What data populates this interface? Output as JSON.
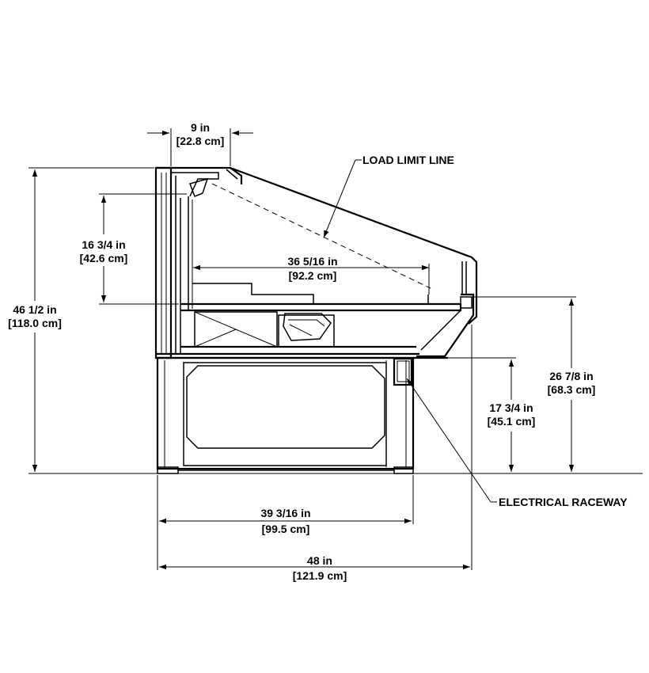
{
  "dimensions": {
    "top_width": {
      "imperial": "9 in",
      "metric": "[22.8 cm]"
    },
    "overall_height": {
      "imperial": "46 1/2 in",
      "metric": "[118.0 cm]"
    },
    "shelf_height": {
      "imperial": "16 3/4 in",
      "metric": "[42.6 cm]"
    },
    "display_depth": {
      "imperial": "36 5/16 in",
      "metric": "[92.2 cm]"
    },
    "front_height": {
      "imperial": "26 7/8 in",
      "metric": "[68.3 cm]"
    },
    "base_height": {
      "imperial": "17 3/4 in",
      "metric": "[45.1 cm]"
    },
    "base_width": {
      "imperial": "39 3/16 in",
      "metric": "[99.5 cm]"
    },
    "overall_width": {
      "imperial": "48 in",
      "metric": "[121.9 cm]"
    }
  },
  "callouts": {
    "load_limit": "LOAD LIMIT LINE",
    "raceway": "ELECTRICAL RACEWAY"
  }
}
